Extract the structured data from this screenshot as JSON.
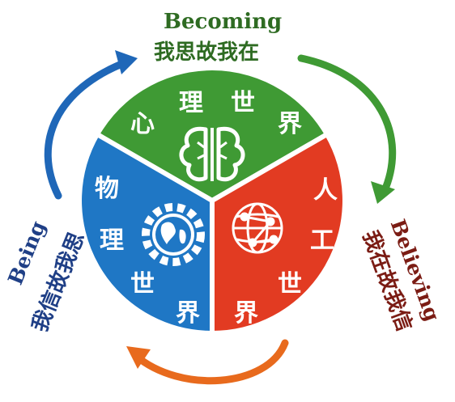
{
  "colors": {
    "green": "#3f9a34",
    "blue": "#1f77c5",
    "red": "#e23b22",
    "green_text": "#2e6b22",
    "blue_text": "#1f3f86",
    "red_text": "#7b1c14",
    "arrow_blue": "#1f67b8",
    "arrow_green": "#3f9a34",
    "arrow_orange": "#e86a1d"
  },
  "top": {
    "english": "Becoming",
    "chinese": "我思故我在"
  },
  "left": {
    "english": "Being",
    "chinese": "我信故我思"
  },
  "right": {
    "english": "Believing",
    "chinese": "我在故我信"
  },
  "segments": {
    "mind": {
      "chars": [
        "心",
        "理",
        "世",
        "界"
      ],
      "icon": "brain-icon"
    },
    "physical": {
      "chars": [
        "物",
        "理",
        "世",
        "界"
      ],
      "icon": "globe-gear-icon"
    },
    "artificial": {
      "chars": [
        "人",
        "工",
        "世",
        "界"
      ],
      "icon": "network-globe-icon"
    }
  }
}
